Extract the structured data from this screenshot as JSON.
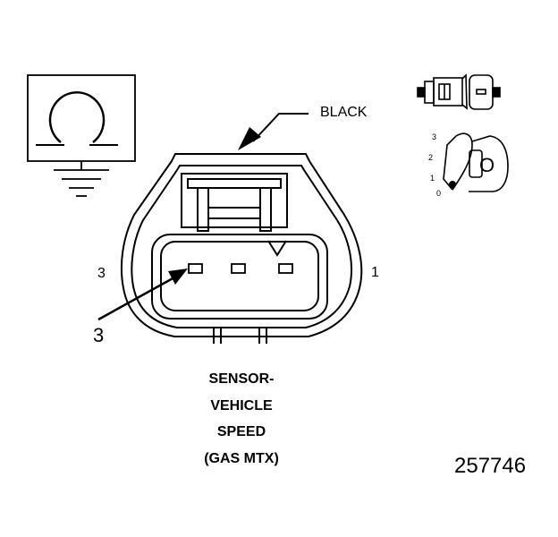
{
  "connector_color": "BLACK",
  "pin_left_number": "3",
  "pin_right_number": "1",
  "callout_number": "3",
  "component_title": [
    "SENSOR-",
    "VEHICLE",
    "SPEED",
    "(GAS MTX)"
  ],
  "figure_number": "257746",
  "position_scale": [
    "3",
    "2",
    "1",
    "0"
  ],
  "symbol_glyph": "O",
  "colors": {
    "line": "#000000",
    "background": "#ffffff"
  }
}
